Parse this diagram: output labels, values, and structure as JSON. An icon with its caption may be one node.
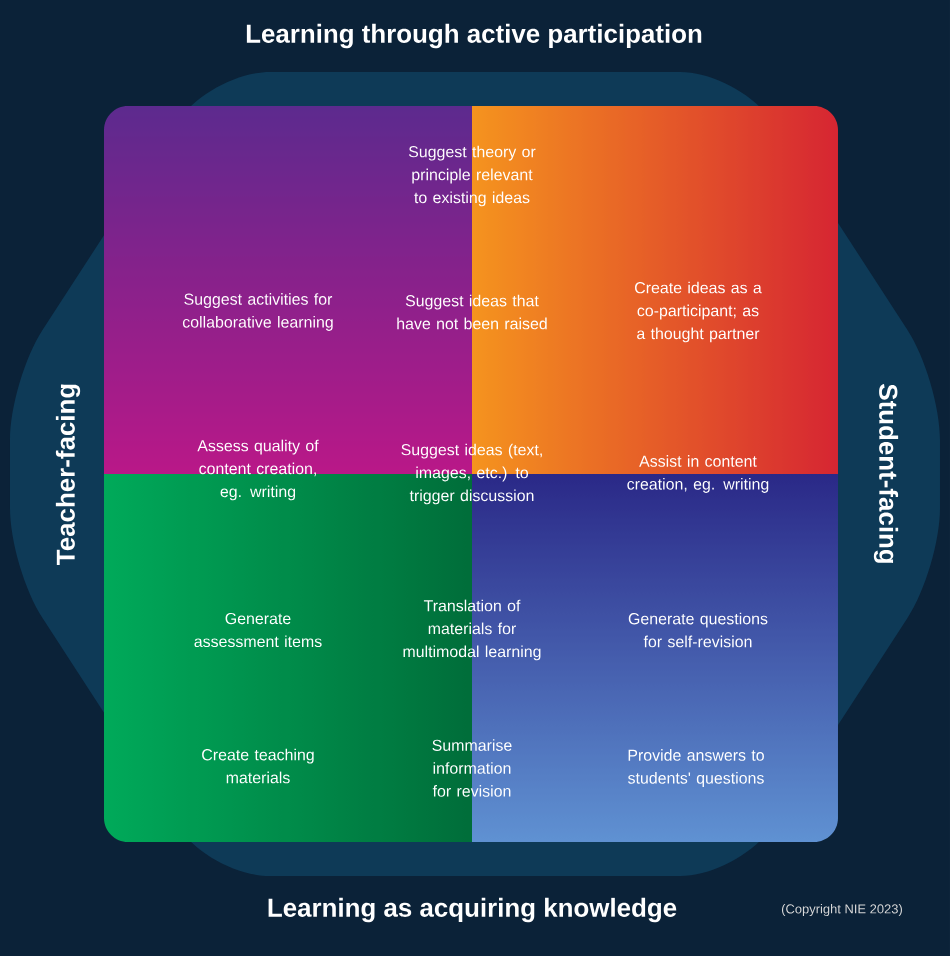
{
  "diagram": {
    "labels": [
      "Learning through active participation",
      "Teacher-facing",
      "Student-facing",
      "Suggest theory or principle relevant to existing ideas",
      "Suggest activities for collaborative learning",
      "Suggest ideas that have not been raised",
      "Create ideas as a co-participant; as a thought partner",
      "Assess quality of content creation, eg. writing",
      "Suggest ideas (text, images, etc.) to trigger discussion",
      "Assist in content creation, eg. writing",
      "Generate assessment items",
      "Translation of materials for multimodal learning",
      "Generate questions for self-revision",
      "Create teaching materials",
      "Summarise information for revision",
      "Provide answers to students' questions",
      "Learning as acquiring knowledge",
      "(Copyright NIE 2023)"
    ]
  }
}
